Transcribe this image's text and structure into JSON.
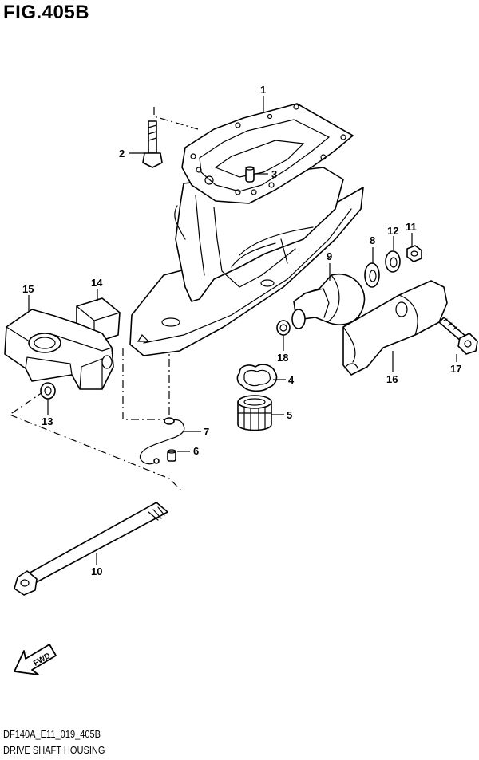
{
  "figure": {
    "title": "FIG.405B",
    "code": "DF140A_E11_019_405B",
    "name": "DRIVE SHAFT HOUSING"
  },
  "fwd_arrow": {
    "label": "FWD",
    "icon": "fwd-arrow-icon"
  },
  "callouts": [
    "1",
    "2",
    "3",
    "4",
    "5",
    "6",
    "7",
    "8",
    "9",
    "10",
    "11",
    "12",
    "13",
    "14",
    "15",
    "16",
    "17",
    "18"
  ]
}
